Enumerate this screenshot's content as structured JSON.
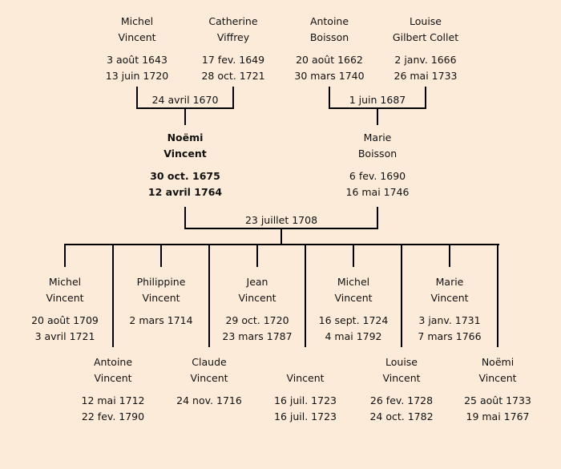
{
  "colors": {
    "background": "#fdebd9",
    "line": "#000000",
    "text": "#111111"
  },
  "grandparents": [
    {
      "first": "Michel",
      "last": "Vincent",
      "birth": "3 août 1643",
      "death": "13 juin 1720"
    },
    {
      "first": "Catherine",
      "last": "Viffrey",
      "birth": "17 fev. 1649",
      "death": "28 oct. 1721"
    },
    {
      "first": "Antoine",
      "last": "Boisson",
      "birth": "20 août 1662",
      "death": "30 mars 1740"
    },
    {
      "first": "Louise",
      "last": "Gilbert Collet",
      "birth": "2 janv. 1666",
      "death": "26 mai 1733"
    }
  ],
  "grandparent_marriages": [
    {
      "date": "24 avril 1670"
    },
    {
      "date": "1 juin 1687"
    }
  ],
  "parents": [
    {
      "first": "Noëmi",
      "last": "Vincent",
      "birth": "30 oct. 1675",
      "death": "12 avril 1764",
      "highlighted": true
    },
    {
      "first": "Marie",
      "last": "Boisson",
      "birth": "6 fev. 1690",
      "death": "16 mai 1746",
      "highlighted": false
    }
  ],
  "parent_marriage": {
    "date": "23 juillet 1708"
  },
  "children": [
    {
      "first": "Michel",
      "last": "Vincent",
      "birth": "20 août 1709",
      "death": "3 avril 1721"
    },
    {
      "first": "Antoine",
      "last": "Vincent",
      "birth": "12 mai 1712",
      "death": "22 fev. 1790"
    },
    {
      "first": "Philippine",
      "last": "Vincent",
      "birth": "2 mars 1714",
      "death": ""
    },
    {
      "first": "Claude",
      "last": "Vincent",
      "birth": "24 nov. 1716",
      "death": ""
    },
    {
      "first": "Jean",
      "last": "Vincent",
      "birth": "29 oct. 1720",
      "death": "23 mars 1787"
    },
    {
      "first": "",
      "last": "Vincent",
      "birth": "16 juil. 1723",
      "death": "16 juil. 1723"
    },
    {
      "first": "Michel",
      "last": "Vincent",
      "birth": "16 sept. 1724",
      "death": "4 mai 1792"
    },
    {
      "first": "Louise",
      "last": "Vincent",
      "birth": "26 fev. 1728",
      "death": "24 oct. 1782"
    },
    {
      "first": "Marie",
      "last": "Vincent",
      "birth": "3 janv. 1731",
      "death": "7 mars 1766"
    },
    {
      "first": "Noëmi",
      "last": "Vincent",
      "birth": "25 août 1733",
      "death": "19 mai 1767"
    }
  ]
}
